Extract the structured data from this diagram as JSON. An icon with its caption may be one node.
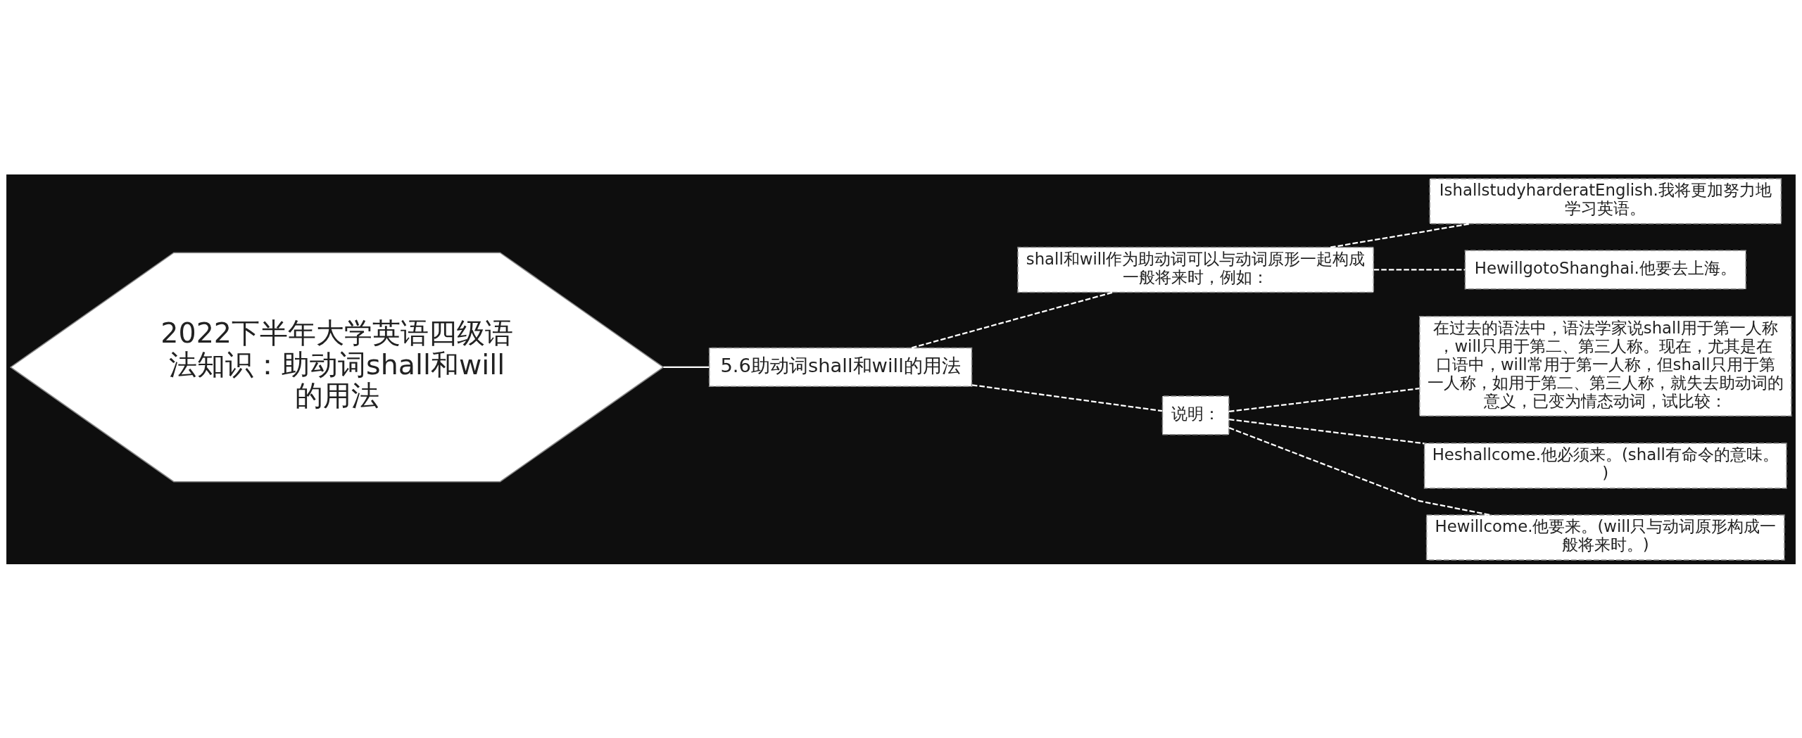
{
  "diagram": {
    "nodes": [
      {
        "text": [
          "2022下半年大学英语四级语法知识：助动词shall和will的用法"
        ]
      },
      {
        "text": [
          "5.6助动词shall和will的用法"
        ]
      },
      {
        "text": [
          "shall和will作为助动词可以与动词原形一起构成一般将来时，例如："
        ]
      },
      {
        "text": [
          "IshallstudyharderatEnglish.我将更加努力地学习英语。"
        ]
      },
      {
        "text": [
          "HewillgotoShanghai.他要去上海。"
        ]
      },
      {
        "text": [
          "说明："
        ]
      },
      {
        "text": [
          "在过去的语法中，语法学家说shall用于第一人称，will只用于第二、第三人称。现在，尤其是在口语中，will常用于第一人称，但shall只用于第一人称，如用于第二、第三人称，就失去助动词的意义，已变为情态动词，试比较："
        ]
      },
      {
        "text": [
          "Heshallcome.他必须来。(shall有命令的意味。)"
        ]
      },
      {
        "text": [
          "Hewillcome.他要来。(will只与动词原形构成一般将来时。)"
        ]
      }
    ],
    "edges": [
      {
        "from": 0,
        "to": 1,
        "arrow": "none"
      },
      {
        "from": 1,
        "to": 2,
        "arrow": "none",
        "style": "dashed"
      },
      {
        "from": 1,
        "to": 5,
        "arrow": "none",
        "style": "dashed"
      },
      {
        "from": 2,
        "to": 3,
        "arrow": "none",
        "style": "dashed"
      },
      {
        "from": 2,
        "to": 4,
        "arrow": "none",
        "style": "dashed"
      },
      {
        "from": 5,
        "to": 6,
        "arrow": "none",
        "style": "dashed"
      },
      {
        "from": 5,
        "to": 7,
        "arrow": "none",
        "style": "dashed"
      },
      {
        "from": 5,
        "to": 8,
        "arrow": "none",
        "style": "dashed"
      }
    ]
  }
}
